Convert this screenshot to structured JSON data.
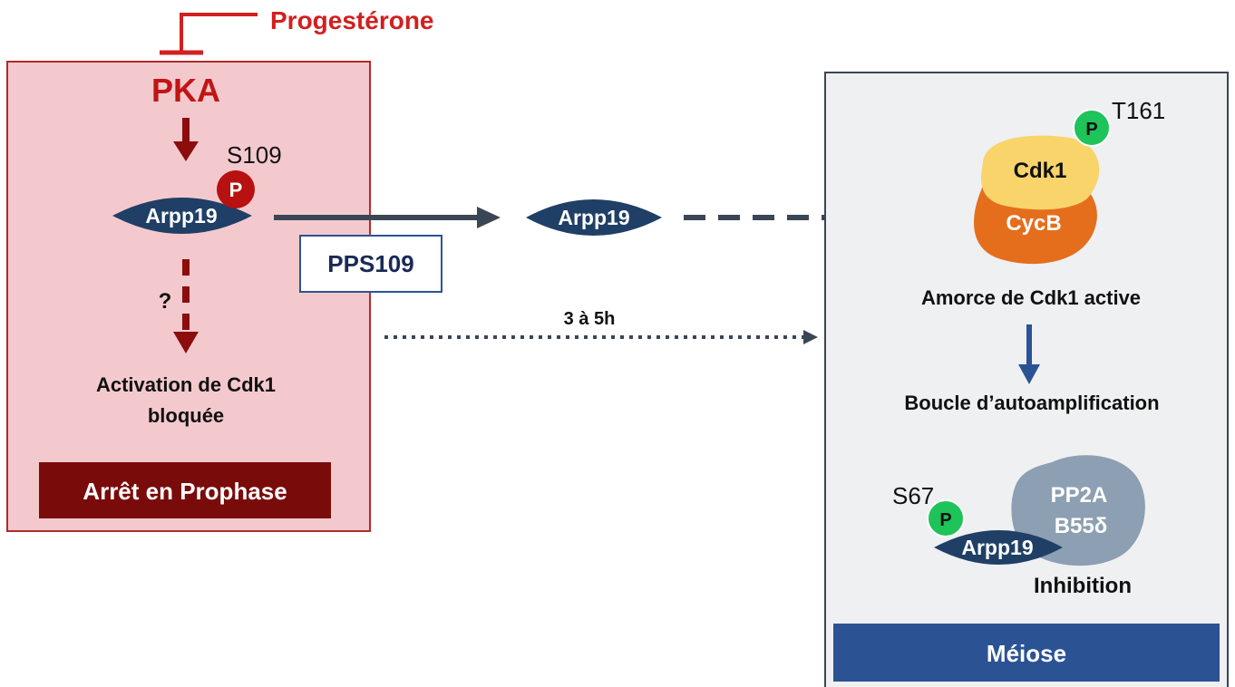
{
  "progesterone": {
    "label": "Progestérone",
    "color": "#d21f1f"
  },
  "left_panel": {
    "pka_label": "PKA",
    "site_label": "S109",
    "phospho_label": "P",
    "arpp19_label": "Arpp19",
    "unknown_label": "?",
    "blocked_line1": "Activation de Cdk1",
    "blocked_line2": "bloquée",
    "status_label": "Arrêt en Prophase",
    "fill_color": "#f4c9ce",
    "border_color": "#b22a2a",
    "dark_red": "#8b0d0d"
  },
  "middle": {
    "pps_label": "PPS109",
    "arpp19_label": "Arpp19",
    "time_label": "3 à 5h"
  },
  "right_panel": {
    "site_t161": "T161",
    "phospho_label": "P",
    "cdk1_label": "Cdk1",
    "cycb_label": "CycB",
    "active_label": "Amorce de Cdk1 active",
    "loop_label": "Boucle d’autoamplification",
    "site_s67": "S67",
    "arpp19_label": "Arpp19",
    "pp2a_line1": "PP2A",
    "pp2a_line2": "B55δ",
    "inhibition_label": "Inhibition",
    "status_label": "Méiose",
    "fill_color": "#eff0f2",
    "status_color": "#2b5394"
  },
  "colors": {
    "arpp19": "#1f3f66",
    "cdk1": "#f8d46a",
    "cycb": "#e56e1d",
    "pp2a": "#8d9fb2",
    "phospho_green": "#1ec35a",
    "arrow_gray": "#3a4654",
    "arrow_blue": "#2b5394"
  }
}
